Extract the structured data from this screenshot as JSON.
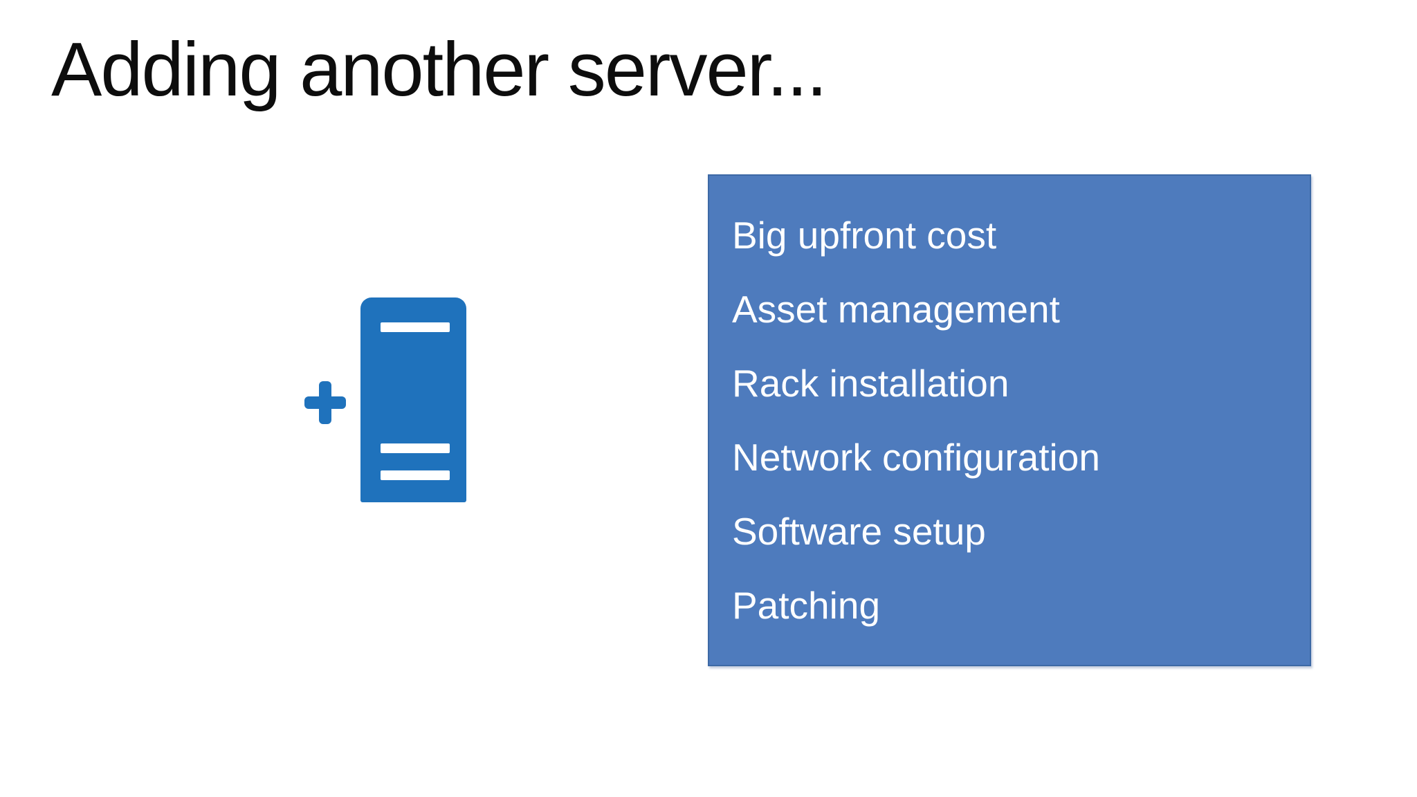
{
  "title": "Adding another server...",
  "graphic": {
    "plus_icon": "plus-icon",
    "server_icon": "server-tower-icon",
    "server_slots": [
      "top-slot-bar",
      "middle-slot-bar",
      "bottom-slot-bar"
    ]
  },
  "panel": {
    "items": [
      "Big upfront cost",
      "Asset management",
      "Rack installation",
      "Network configuration",
      "Software setup",
      "Patching"
    ]
  },
  "colors": {
    "background": "#FFFFFF",
    "title_text": "#0D0D0D",
    "icon_blue": "#1F72BC",
    "panel_fill": "#4E7BBD",
    "panel_border": "#3D69A5",
    "panel_text": "#FFFFFF"
  }
}
